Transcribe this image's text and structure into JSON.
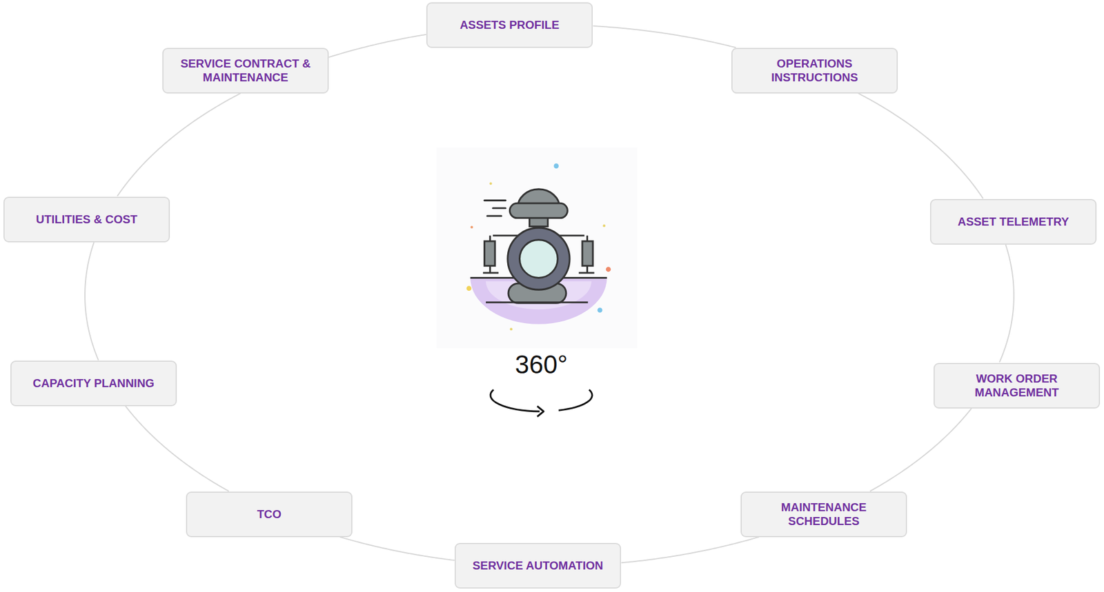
{
  "diagram": {
    "nodes": [
      {
        "text": [
          "ASSETS PROFILE"
        ]
      },
      {
        "text": [
          "OPERATIONS INSTRUCTIONS"
        ]
      },
      {
        "text": [
          "ASSET TELEMETRY"
        ]
      },
      {
        "text": [
          "WORK ORDER MANAGEMENT"
        ]
      },
      {
        "text": [
          "MAINTENANCE SCHEDULES"
        ]
      },
      {
        "text": [
          "SERVICE AUTOMATION"
        ]
      },
      {
        "text": [
          "TCO"
        ]
      },
      {
        "text": [
          "CAPACITY PLANNING"
        ]
      },
      {
        "text": [
          "UTILITIES & COST"
        ]
      },
      {
        "text": [
          "SERVICE CONTRACT & MAINTENANCE"
        ]
      }
    ],
    "edges": [
      {
        "from": 0,
        "to": 1,
        "arrow": "none"
      },
      {
        "from": 1,
        "to": 2,
        "arrow": "none"
      },
      {
        "from": 2,
        "to": 3,
        "arrow": "none"
      },
      {
        "from": 3,
        "to": 4,
        "arrow": "none"
      },
      {
        "from": 4,
        "to": 5,
        "arrow": "none"
      },
      {
        "from": 5,
        "to": 6,
        "arrow": "none"
      },
      {
        "from": 6,
        "to": 7,
        "arrow": "none"
      },
      {
        "from": 7,
        "to": 8,
        "arrow": "none"
      },
      {
        "from": 8,
        "to": 9,
        "arrow": "none"
      },
      {
        "from": 9,
        "to": 0,
        "arrow": "none"
      }
    ],
    "labels": [
      "360°"
    ]
  }
}
